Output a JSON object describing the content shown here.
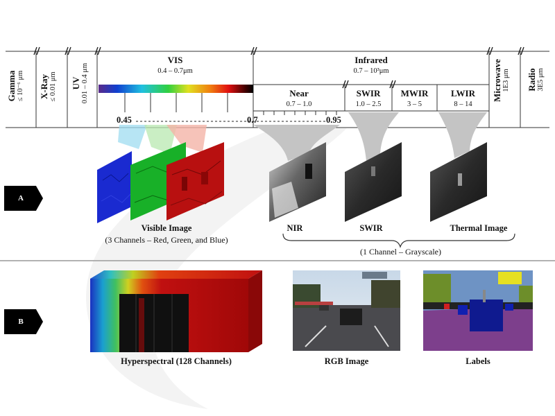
{
  "spectrum": {
    "gamma": {
      "name": "Gamma",
      "range": "≤ 10⁻⁶ μm"
    },
    "xray": {
      "name": "X-Ray",
      "range": "≤ 0.01 μm"
    },
    "uv": {
      "name": "UV",
      "range": "0.01 – 0.4 μm"
    },
    "vis": {
      "name": "VIS",
      "range": "0.4 – 0.7μm"
    },
    "infrared": {
      "name": "Infrared",
      "range": "0.7 – 10³μm"
    },
    "near": {
      "name": "Near",
      "range": "0.7 – 1.0"
    },
    "swir": {
      "name": "SWIR",
      "range": "1.0 – 2.5"
    },
    "mwir": {
      "name": "MWIR",
      "range": "3 – 5"
    },
    "lwir": {
      "name": "LWIR",
      "range": "8 – 14"
    },
    "microwave": {
      "name": "Microwave",
      "range": "1E3 μm"
    },
    "radio": {
      "name": "Radio",
      "range": "3E5 μm"
    },
    "marks": {
      "m045": "0.45",
      "m07": "0.7",
      "m095": "0.95"
    }
  },
  "row_a": {
    "tag": "A",
    "visible_caption": "Visible Image",
    "visible_sub": "(3 Channels – Red, Green, and Blue)",
    "nir": "NIR",
    "swir": "SWIR",
    "thermal": "Thermal Image",
    "grayscale": "(1 Channel – Grayscale)"
  },
  "row_b": {
    "tag": "B",
    "hyperspectral": "Hyperspectral (128 Channels)",
    "rgb": "RGB Image",
    "labels": "Labels"
  }
}
